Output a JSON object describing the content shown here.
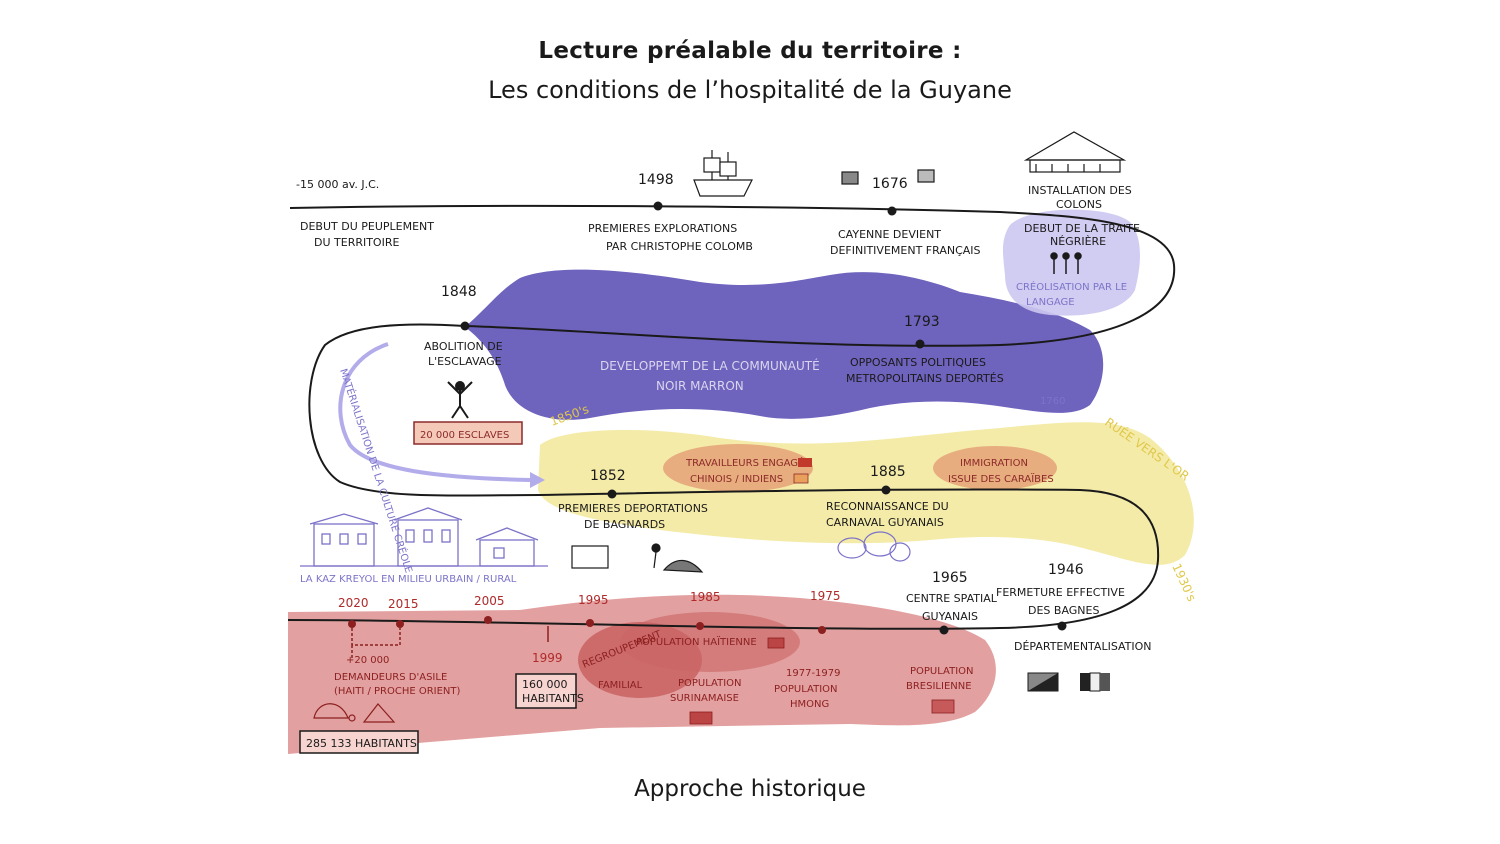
{
  "header": {
    "title": "Lecture préalable du territoire :",
    "subtitle": "Les conditions de l’hospitalité de la Guyane"
  },
  "footer": {
    "caption": "Approche historique"
  },
  "top_row": {
    "e1": {
      "date": "-15 000 av. J.C.",
      "l1": "DEBUT DU PEUPLEMENT",
      "l2": "DU TERRITOIRE"
    },
    "e2": {
      "date": "1498",
      "l1": "PREMIERES EXPLORATIONS",
      "l2": "PAR CHRISTOPHE COLOMB"
    },
    "e3": {
      "date": "1676",
      "l1": "CAYENNE DEVIENT",
      "l2": "DEFINITIVEMENT FRANÇAIS"
    },
    "e4": {
      "l1": "INSTALLATION DES",
      "l2": "COLONS"
    },
    "traite": {
      "l1": "DEBUT DE LA TRAITE",
      "l2": "NÉGRIÈRE",
      "l3": "CRÉOLISATION PAR LE",
      "l4": "LANGAGE"
    }
  },
  "purple_band": {
    "e1848": {
      "date": "1848",
      "l1": "ABOLITION DE",
      "l2": "L'ESCLAVAGE",
      "badge": "20 000 ESCLAVES"
    },
    "center": {
      "l1": "DEVELOPPEMT DE LA COMMUNAUTÉ",
      "l2": "NOIR MARRON"
    },
    "e1793": {
      "date": "1793",
      "l1": "OPPOSANTS POLITIQUES",
      "l2": "METROPOLITAINS DEPORTÉS"
    },
    "side_year": "1760",
    "curve_label": "MATÉRIALISATION DE LA CULTURE CRÉOLE"
  },
  "yellow_band": {
    "start": "1850's",
    "end": "1930's",
    "gold_rush": "RUÉE VERS L'OR",
    "e1852": {
      "date": "1852",
      "l1": "PREMIERES DEPORTATIONS",
      "l2": "DE BAGNARDS"
    },
    "workers": {
      "l1": "TRAVAILLEURS ENGAGÉS",
      "l2": "CHINOIS / INDIENS"
    },
    "e1885": {
      "date": "1885",
      "l1": "RECONNAISSANCE DU",
      "l2": "CARNAVAL GUYANAIS"
    },
    "immigration": {
      "l1": "IMMIGRATION",
      "l2": "ISSUE DES CARAÏBES"
    }
  },
  "houses_caption": "LA KAZ KREYOL EN MILIEU URBAIN / RURAL",
  "bottom_row": {
    "e1965": {
      "date": "1965",
      "l1": "CENTRE SPATIAL",
      "l2": "GUYANAIS"
    },
    "e1946": {
      "date": "1946",
      "l1": "FERMETURE EFFECTIVE",
      "l2": "DES BAGNES",
      "l3": "DÉPARTEMENTALISATION"
    }
  },
  "red_band": {
    "years": [
      "2020",
      "2015",
      "2005",
      "1995",
      "1985",
      "1975"
    ],
    "asylum": {
      "count": "+20 000",
      "l1": "DEMANDEURS D'ASILE",
      "l2": "(HAITI / PROCHE ORIENT)"
    },
    "population": "285 133 HABITANTS",
    "e1999": {
      "date": "1999",
      "l1": "160 000",
      "l2": "HABITANTS"
    },
    "regroup": {
      "l1": "REGROUPEMENT",
      "l2": "FAMILIAL"
    },
    "haiti": "POPULATION HAÏTIENNE",
    "surinam": {
      "l1": "POPULATION",
      "l2": "SURINAMAISE"
    },
    "hmong": {
      "years": "1977-1979",
      "l1": "POPULATION",
      "l2": "HMONG"
    },
    "bresil": {
      "l1": "POPULATION",
      "l2": "BRESILIENNE"
    }
  }
}
